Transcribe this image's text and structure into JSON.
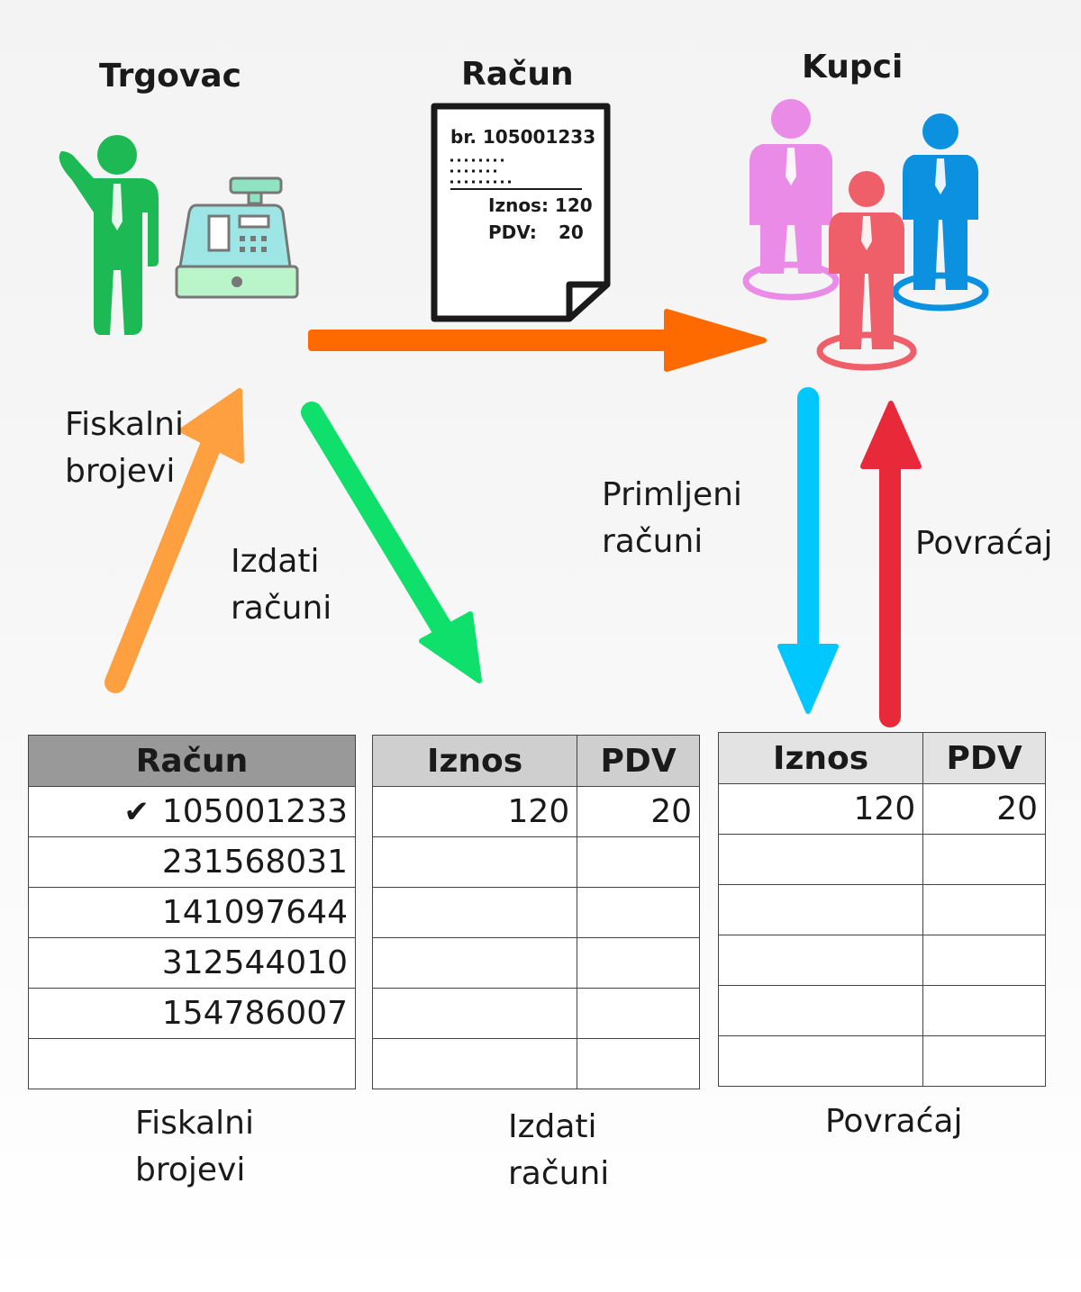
{
  "headings": {
    "merchant": "Trgovac",
    "receipt": "Račun",
    "customers": "Kupci"
  },
  "receipt_doc": {
    "number": "br. 105001233",
    "amount_label": "Iznos: 120",
    "vat_label": "PDV:",
    "vat_value": "20"
  },
  "arrow_labels": {
    "fiscal_numbers": [
      "Fiskalni",
      "brojevi"
    ],
    "issued_receipts": [
      "Izdati",
      "računi"
    ],
    "received_receipts": [
      "Primljeni",
      "računi"
    ],
    "refund": "Povraćaj"
  },
  "colors": {
    "merchant": "#1db954",
    "orange_arrow": "#ff6a00",
    "light_orange_arrow": "#ffa040",
    "green_arrow": "#0fe06b",
    "blue_arrow": "#00c8ff",
    "red_arrow": "#e8293a",
    "customer_pink": "#ea8be8",
    "customer_red": "#ee5f6a",
    "customer_blue": "#0b91e0"
  },
  "table_fiscal": {
    "header": "Račun",
    "rows": [
      "105001233",
      "231568031",
      "141097644",
      "312544010",
      "154786007",
      ""
    ],
    "checked_row": 0,
    "caption": [
      "Fiskalni",
      "brojevi"
    ]
  },
  "table_issued": {
    "headers": [
      "Iznos",
      "PDV"
    ],
    "rows": [
      [
        "120",
        "20"
      ],
      [
        "",
        ""
      ],
      [
        "",
        ""
      ],
      [
        "",
        ""
      ],
      [
        "",
        ""
      ],
      [
        "",
        ""
      ]
    ],
    "caption": [
      "Izdati",
      "računi"
    ]
  },
  "table_refund": {
    "headers": [
      "Iznos",
      "PDV"
    ],
    "rows": [
      [
        "120",
        "20"
      ],
      [
        "",
        ""
      ],
      [
        "",
        ""
      ],
      [
        "",
        ""
      ],
      [
        "",
        ""
      ],
      [
        "",
        ""
      ]
    ],
    "caption": "Povraćaj"
  }
}
